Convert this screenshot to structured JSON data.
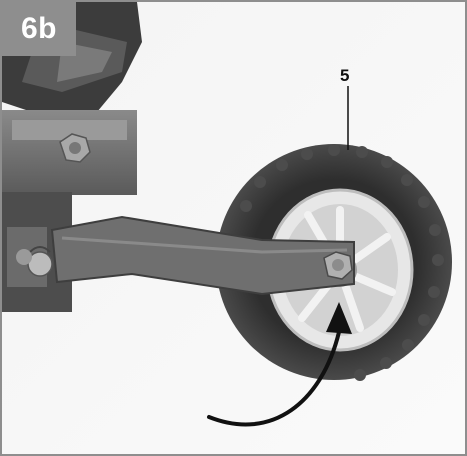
{
  "figure": {
    "label": "6b",
    "callout_number": "5"
  },
  "colors": {
    "frame": "#8e8e8e",
    "badge_text": "#ffffff",
    "arrow": "#111111",
    "tire": "#3a3a3a",
    "hub": "#d6d6d6",
    "arm": "#6b6b6b"
  },
  "icons": {
    "arrow": "curved-arrow-icon",
    "wheel": "wheel-illustration",
    "bolt": "bolt-icon"
  }
}
